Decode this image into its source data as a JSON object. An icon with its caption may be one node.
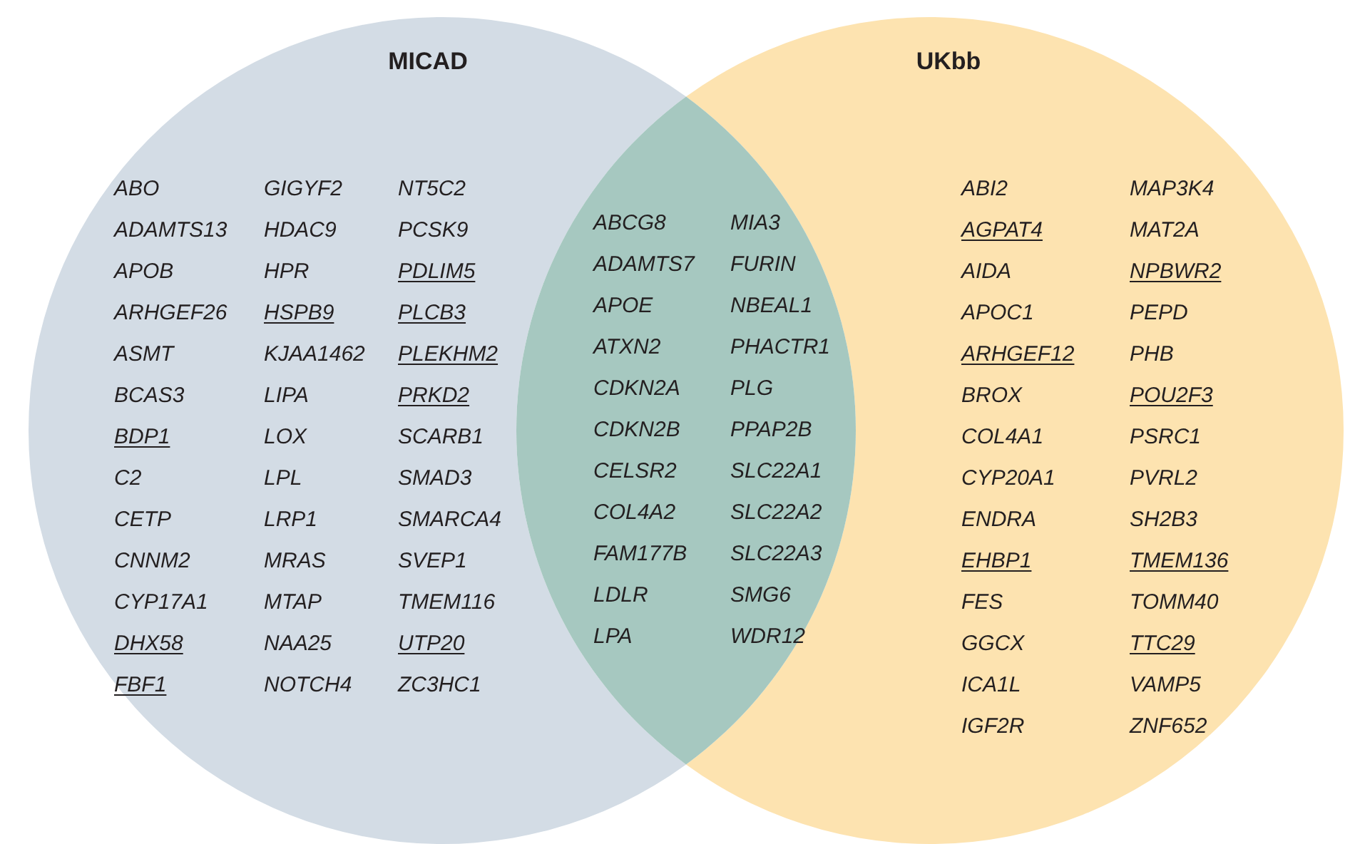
{
  "diagram": {
    "nodes": [
      {
        "text": [
          "MICAD"
        ]
      },
      {
        "text": [
          "UKbb"
        ]
      }
    ],
    "labels": [
      "ABO",
      "ADAMTS13",
      "APOB",
      "ARHGEF26",
      "ASMT",
      "BCAS3",
      "BDP1",
      "C2",
      "CETP",
      "CNNM2",
      "CYP17A1",
      "DHX58",
      "FBF1",
      "GIGYF2",
      "HDAC9",
      "HPR",
      "HSPB9",
      "KJAA1462",
      "LIPA",
      "LOX",
      "LPL",
      "LRP1",
      "MRAS",
      "MTAP",
      "NAA25",
      "NOTCH4",
      "NT5C2",
      "PCSK9",
      "PDLIM5",
      "PLCB3",
      "PLEKHM2",
      "PRKD2",
      "SCARB1",
      "SMAD3",
      "SMARCA4",
      "SVEP1",
      "TMEM116",
      "UTP20",
      "ZC3HC1",
      "ABCG8",
      "ADAMTS7",
      "APOE",
      "ATXN2",
      "CDKN2A",
      "CDKN2B",
      "CELSR2",
      "COL4A2",
      "FAM177B",
      "LDLR",
      "LPA",
      "MIA3",
      "FURIN",
      "NBEAL1",
      "PHACTR1",
      "PLG",
      "PPAP2B",
      "SLC22A1",
      "SLC22A2",
      "SLC22A3",
      "SMG6",
      "WDR12",
      "ABI2",
      "AGPAT4",
      "AIDA",
      "APOC1",
      "ARHGEF12",
      "BROX",
      "COL4A1",
      "CYP20A1",
      "ENDRA",
      "EHBP1",
      "FES",
      "GGCX",
      "ICA1L",
      "IGF2R",
      "MAP3K4",
      "MAT2A",
      "NPBWR2",
      "PEPD",
      "PHB",
      "POU2F3",
      "PSRC1",
      "PVRL2",
      "SH2B3",
      "TMEM136",
      "TOMM40",
      "TTC29",
      "VAMP5",
      "ZNF652"
    ]
  }
}
